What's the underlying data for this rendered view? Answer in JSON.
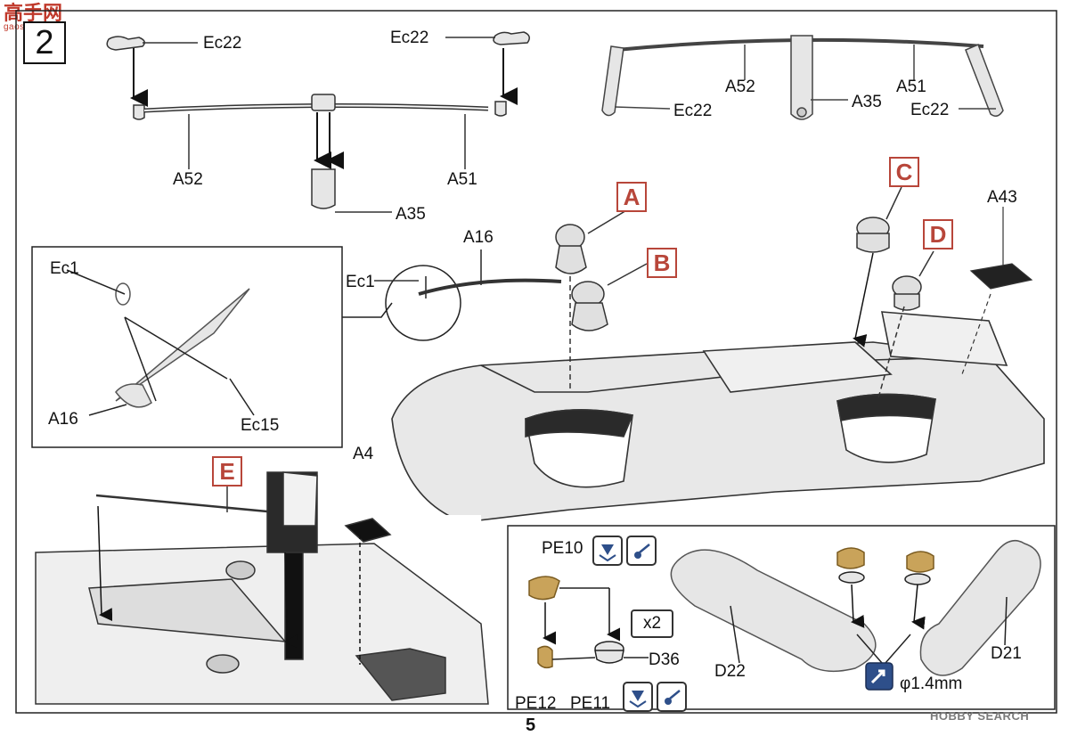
{
  "watermark_top": {
    "text": "高手网",
    "sub": "gaoshou.com"
  },
  "step_number": "2",
  "page_number": "5",
  "watermark_bottom": "HOBBY SEARCH",
  "callouts": {
    "a": "A",
    "b": "B",
    "c": "C",
    "d": "D",
    "e": "E"
  },
  "labels": {
    "ec22_left": "Ec22",
    "ec22_mid": "Ec22",
    "a52_left": "A52",
    "a51_left": "A51",
    "a35_left": "A35",
    "a52_right": "A52",
    "a51_right": "A51",
    "a35_right": "A35",
    "ec22_right_a": "Ec22",
    "ec22_right_b": "Ec22",
    "a16_top": "A16",
    "ec1_main": "Ec1",
    "a43": "A43",
    "inset_ec1": "Ec1",
    "inset_a16": "A16",
    "inset_ec15": "Ec15",
    "a4": "A4",
    "pe10": "PE10",
    "x2": "x2",
    "d36": "D36",
    "pe12": "PE12",
    "pe11": "PE11",
    "d22": "D22",
    "d21": "D21",
    "phi": "φ1.4mm"
  },
  "icons": [
    "arrow-down-icon",
    "bend-icon",
    "drill-icon"
  ],
  "colors": {
    "accent": "#b8463a",
    "line": "#222222",
    "part_fill": "#e6e6e6",
    "pe_brass": "#c9a35a"
  }
}
